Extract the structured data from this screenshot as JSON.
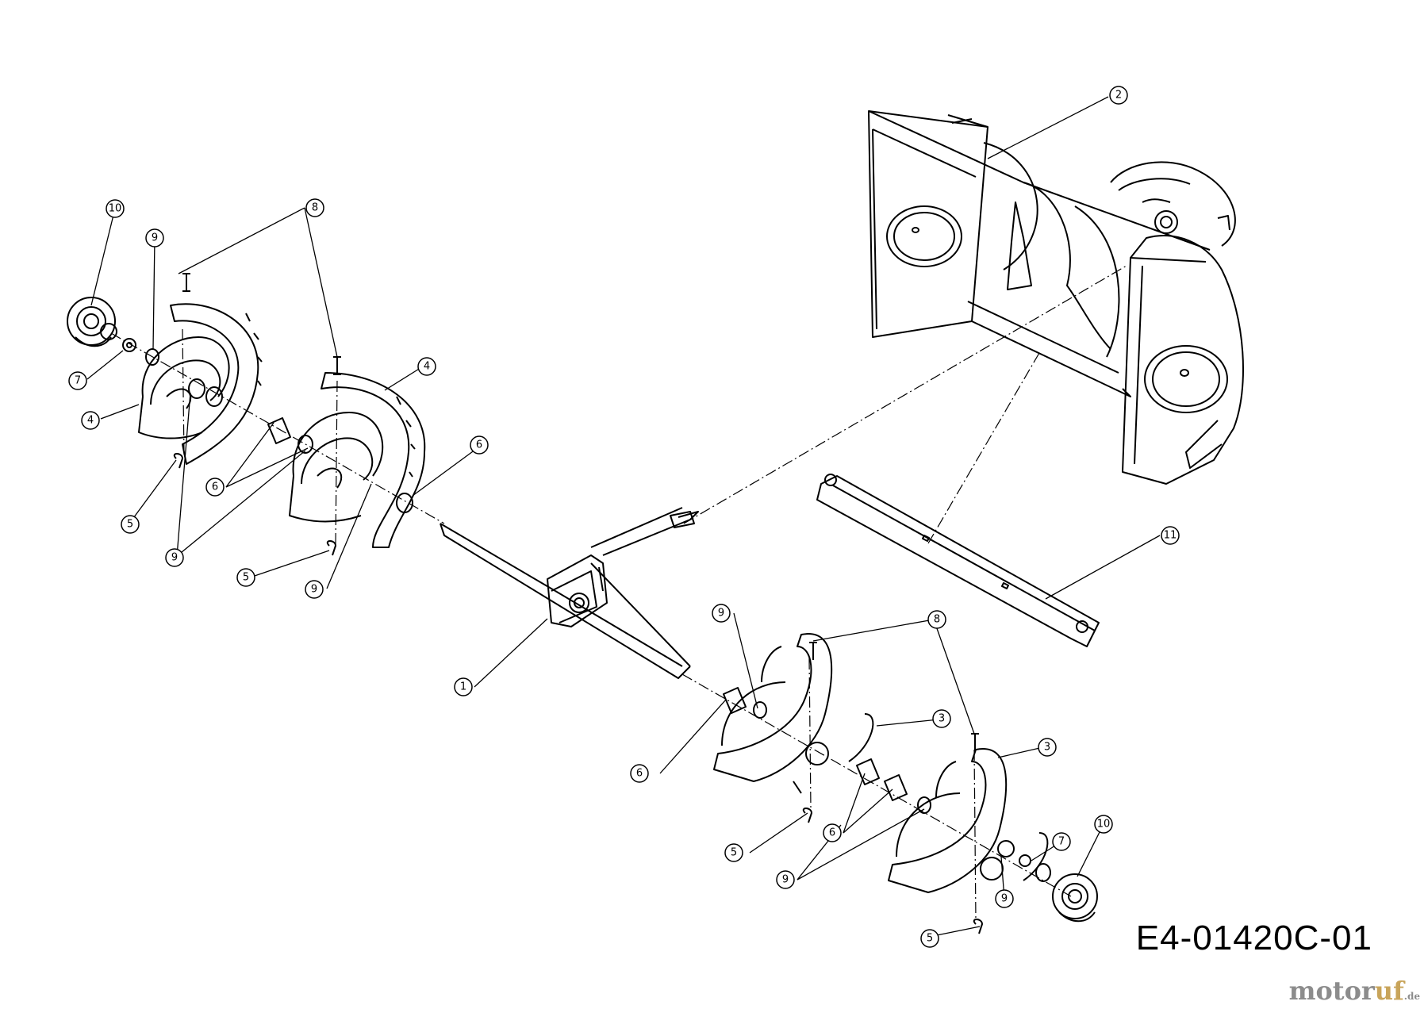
{
  "diagram": {
    "code": "E4-01420C-01",
    "watermark": {
      "a": "motor",
      "b": "uf",
      "c": ".de"
    },
    "callouts": [
      {
        "id": "c2",
        "label": "2"
      },
      {
        "id": "c8a",
        "label": "8"
      },
      {
        "id": "c10a",
        "label": "10"
      },
      {
        "id": "c9a",
        "label": "9"
      },
      {
        "id": "c7a",
        "label": "7"
      },
      {
        "id": "c4a",
        "label": "4"
      },
      {
        "id": "c4b",
        "label": "4"
      },
      {
        "id": "c6a",
        "label": "6"
      },
      {
        "id": "c6b",
        "label": "6"
      },
      {
        "id": "c5a",
        "label": "5"
      },
      {
        "id": "c9b",
        "label": "9"
      },
      {
        "id": "c5b",
        "label": "5"
      },
      {
        "id": "c9c",
        "label": "9"
      },
      {
        "id": "c11",
        "label": "11"
      },
      {
        "id": "c1",
        "label": "1"
      },
      {
        "id": "c9d",
        "label": "9"
      },
      {
        "id": "c8b",
        "label": "8"
      },
      {
        "id": "c3a",
        "label": "3"
      },
      {
        "id": "c3b",
        "label": "3"
      },
      {
        "id": "c6c",
        "label": "6"
      },
      {
        "id": "c5c",
        "label": "5"
      },
      {
        "id": "c6d",
        "label": "6"
      },
      {
        "id": "c7b",
        "label": "7"
      },
      {
        "id": "c10b",
        "label": "10"
      },
      {
        "id": "c9e",
        "label": "9"
      },
      {
        "id": "c9f",
        "label": "9"
      },
      {
        "id": "c5d",
        "label": "5"
      }
    ]
  }
}
